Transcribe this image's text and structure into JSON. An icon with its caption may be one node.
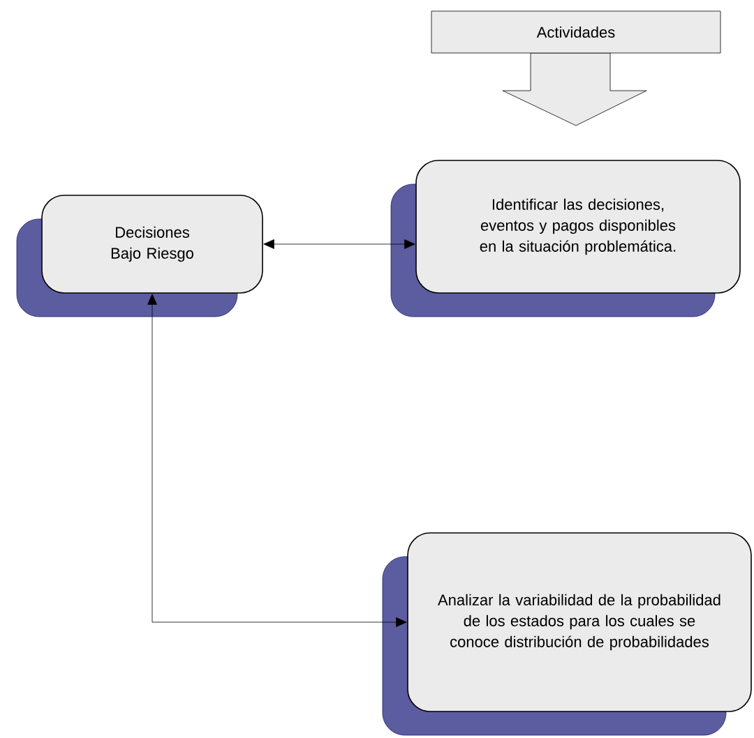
{
  "diagram": {
    "nodes": [
      {
        "text": [
          "Actividades"
        ]
      },
      {
        "text": [
          "Decisiones Bajo Riesgo"
        ]
      },
      {
        "text": [
          "Identificar las decisiones, eventos y pagos disponibles en la situación problemática."
        ]
      },
      {
        "text": [
          "Analizar la variabilidad de la probabilidad de los estados para los cuales se conoce distribución de probabilidades"
        ]
      }
    ],
    "edges": [
      {
        "from": 1,
        "to": 2,
        "arrow": "both"
      },
      {
        "from": 3,
        "to": 1,
        "arrow": "both"
      }
    ]
  }
}
